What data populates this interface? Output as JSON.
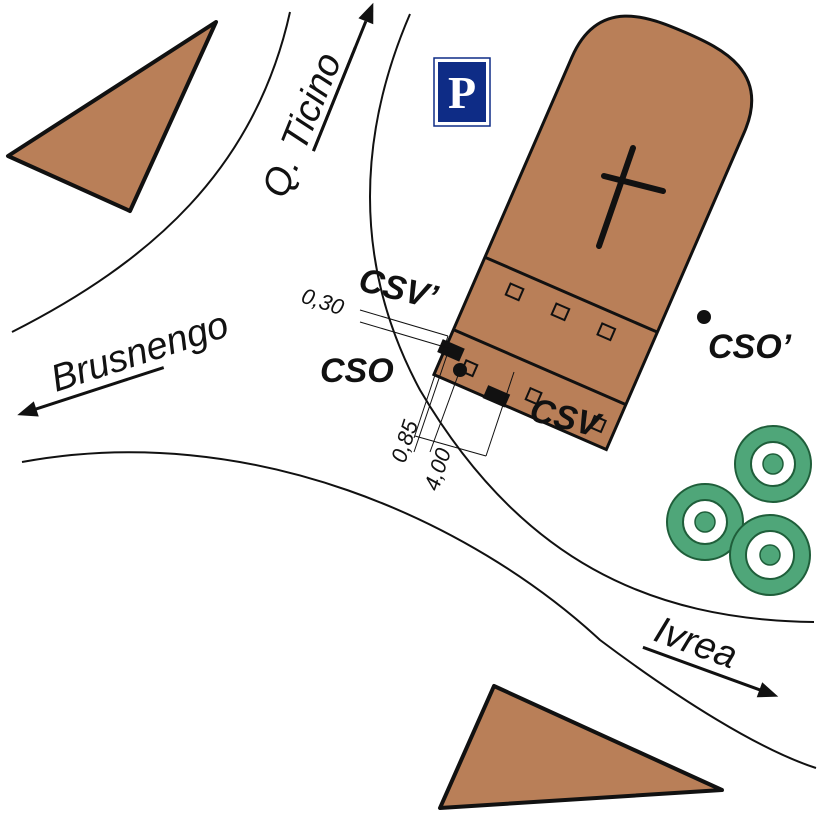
{
  "map": {
    "streets": {
      "ticino": "Q. Ticino",
      "brusnengo": "Brusnengo",
      "ivrea": "Ivrea"
    },
    "markers": {
      "csv_prime": "CSV’",
      "cso": "CSO",
      "csv": "CSV",
      "cso_prime": "CSO’"
    },
    "dimensions": {
      "d1": "0,30",
      "d2": "0,85",
      "d3": "4,00"
    },
    "parking_sign": "P",
    "icons": [
      "cross-icon",
      "parking-icon",
      "tree-icon",
      "direction-arrow-icon"
    ],
    "colors": {
      "building": "#B97F58",
      "parking": "#0E2C86",
      "tree": "#4FA679",
      "tree_dark": "#1F5E3A",
      "road_line": "#111111"
    }
  }
}
